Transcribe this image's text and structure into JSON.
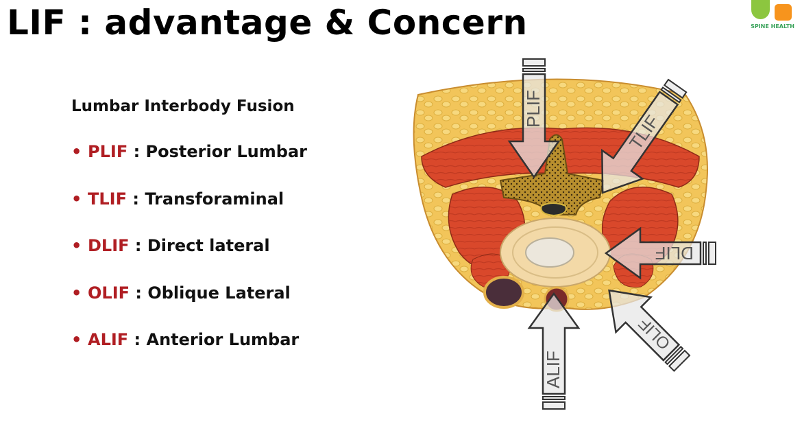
{
  "title": "LIF : advantage & Concern",
  "logo": {
    "text": "SPINE HEALTH"
  },
  "subtitle": "Lumbar Interbody Fusion",
  "items": [
    {
      "bullet": "•",
      "abbr": "PLIF",
      "sep": " : ",
      "desc": "Posterior Lumbar"
    },
    {
      "bullet": "•",
      "abbr": "TLIF",
      "sep": " : ",
      "desc": "Transforaminal"
    },
    {
      "bullet": "•",
      "abbr": "DLIF",
      "sep": " : ",
      "desc": "Direct lateral"
    },
    {
      "bullet": "•",
      "abbr": "OLIF",
      "sep": " : ",
      "desc": "Oblique Lateral"
    },
    {
      "bullet": "•",
      "abbr": "ALIF",
      "sep": " : ",
      "desc": "Anterior Lumbar"
    }
  ],
  "figure": {
    "arrows": {
      "plif": "PLIF",
      "tlif": "TLIF",
      "dlif": "DLIF",
      "olif": "OLIF",
      "alif": "ALIF"
    }
  },
  "colors": {
    "accent": "#b01e23",
    "fat": "#f2c55a",
    "muscle": "#d9482b",
    "disc": "#f3d9a7",
    "bone": "#d6b640"
  }
}
